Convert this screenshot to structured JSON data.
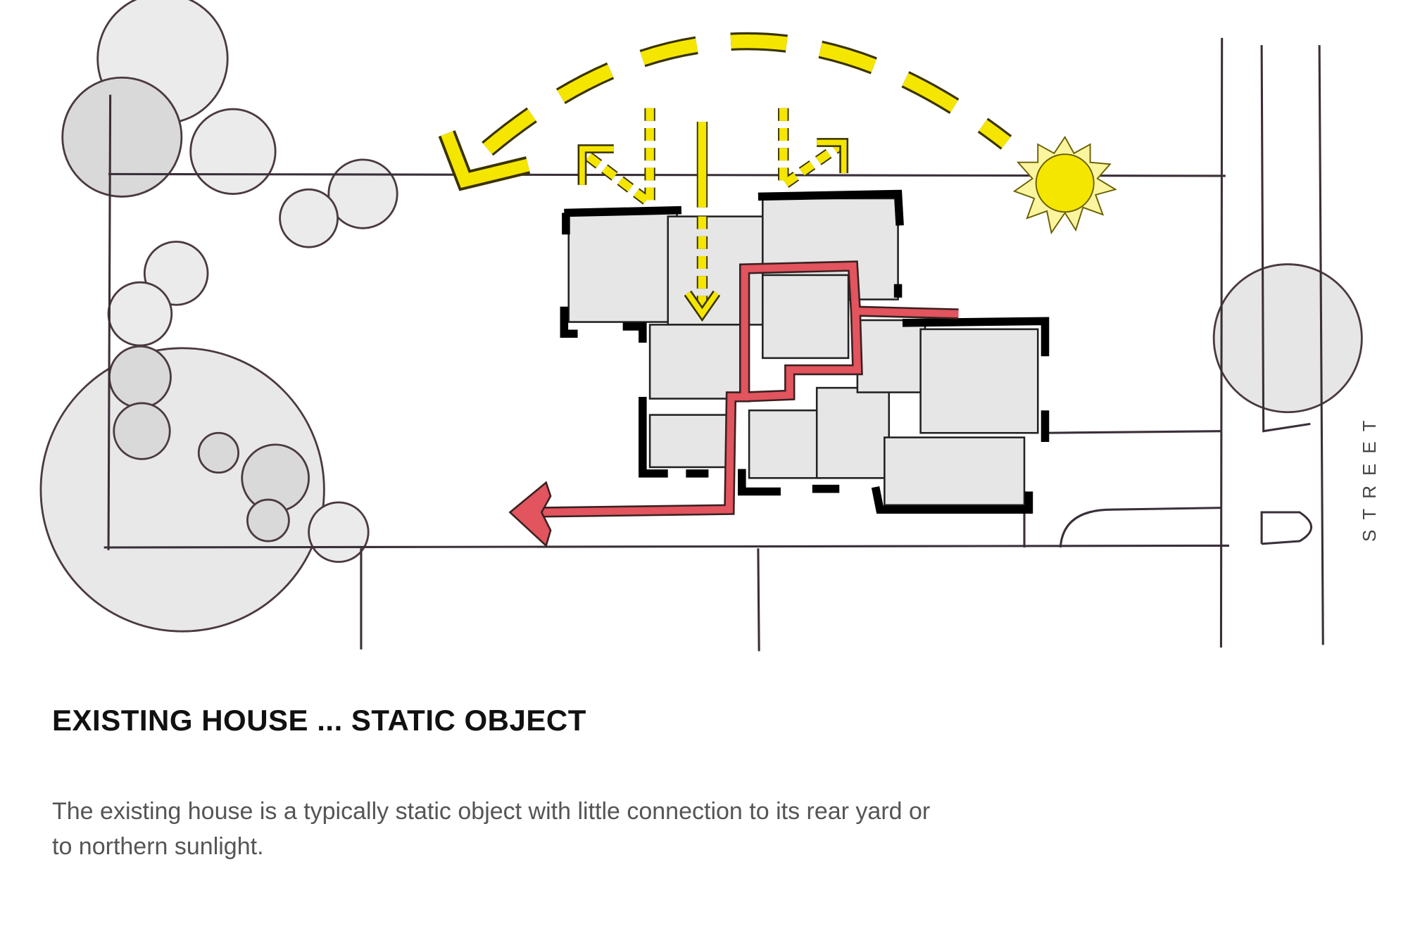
{
  "diagram": {
    "street_label": "STREET",
    "colors": {
      "sun_path": "#f5e600",
      "circulation": "#e2545e",
      "house_fill": "#e6e6e6",
      "tree_fill": "#dcdcdc",
      "ink": "#3a2f38"
    }
  },
  "caption": {
    "title": "EXISTING HOUSE ... STATIC OBJECT",
    "body": "The existing house is a typically static object with little connection to its rear yard or to northern sunlight."
  }
}
